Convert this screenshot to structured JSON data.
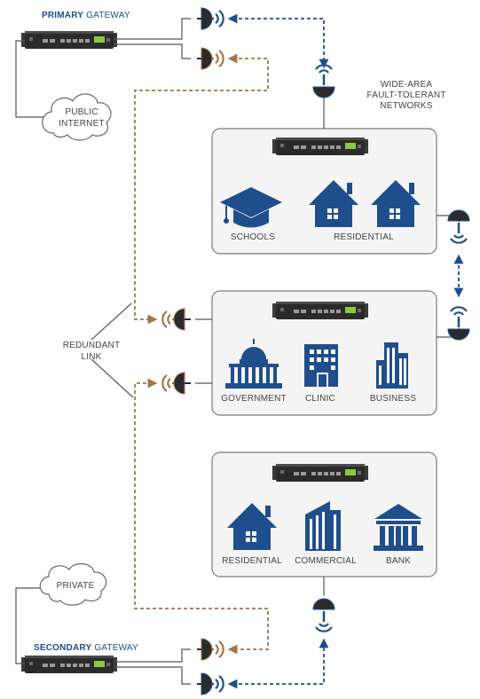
{
  "colors": {
    "blue": "#1f4e8c",
    "copper": "#a57545",
    "dark": "#2b2b2b",
    "box_fill": "#f4f4f4",
    "box_stroke": "#7a7a7a",
    "line": "#555555"
  },
  "gateways": {
    "primary_bold": "PRIMARY",
    "primary_rest": "GATEWAY",
    "secondary_bold": "SECONDARY",
    "secondary_rest": "GATEWAY"
  },
  "clouds": {
    "public_line1": "PUBLIC",
    "public_line2": "INTERNET",
    "private": "PRIVATE"
  },
  "wan_label": [
    "WIDE-AREA",
    "FAULT-TOLERANT",
    "NETWORKS"
  ],
  "redundant_label": [
    "REDUNDANT",
    "LINK"
  ],
  "sites": [
    {
      "labels": [
        "SCHOOLS",
        "RESIDENTIAL"
      ],
      "icons": [
        "graduation-cap-icon",
        "house-icon",
        "house-icon"
      ]
    },
    {
      "labels": [
        "GOVERNMENT",
        "CLINIC",
        "BUSINESS"
      ],
      "icons": [
        "capitol-building-icon",
        "clinic-building-icon",
        "office-tower-icon"
      ]
    },
    {
      "labels": [
        "RESIDENTIAL",
        "COMMERCIAL",
        "BANK"
      ],
      "icons": [
        "house-icon",
        "commercial-building-icon",
        "bank-icon"
      ]
    }
  ]
}
